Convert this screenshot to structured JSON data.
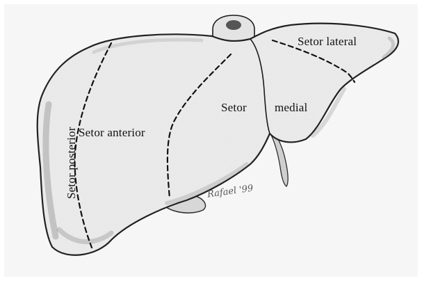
{
  "labels": {
    "lateral": "Setor  lateral",
    "setor": "Setor",
    "medial": "medial",
    "anterior": "Setor  anterior",
    "posterior": "Setor  posterior"
  },
  "signature": "Rafael '99",
  "colors": {
    "background": "#f6f6f6",
    "liver_fill": "#eeeeee",
    "outline": "#1a1a1a",
    "shading": "#7a7a7a",
    "boundary": "#111111"
  }
}
